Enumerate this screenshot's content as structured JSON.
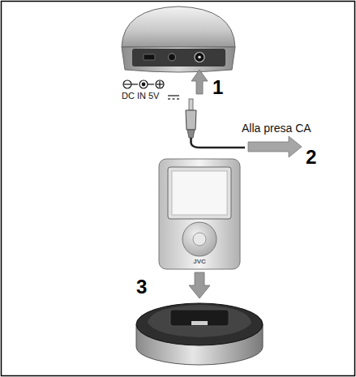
{
  "diagram": {
    "labels": [
      "DC IN 5V",
      "1",
      "Alla presa CA",
      "2",
      "JVC",
      "3"
    ]
  }
}
